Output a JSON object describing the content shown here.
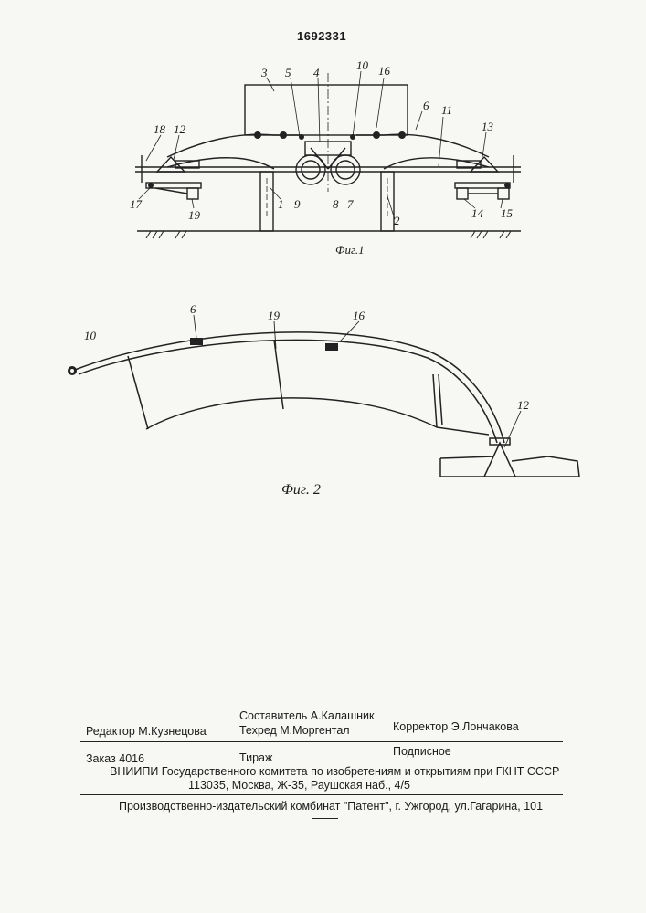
{
  "patent_number": "1692331",
  "figures": {
    "fig1": {
      "caption": "Фиг.1",
      "labels": [
        "3",
        "5",
        "4",
        "10",
        "16",
        "6",
        "11",
        "13",
        "18",
        "12",
        "17",
        "19",
        "1",
        "9",
        "8",
        "7",
        "2",
        "14",
        "15"
      ]
    },
    "fig2": {
      "caption": "Фиг. 2",
      "labels": [
        "10",
        "6",
        "19",
        "16",
        "12"
      ]
    }
  },
  "imprint": {
    "compiler": "Составитель А.Калашник",
    "editor": "Редактор  М.Кузнецова",
    "techred": "Техред М.Моргентал",
    "corrector": "Корректор   Э.Лончакова",
    "order": "Заказ  4016",
    "circulation": "Тираж",
    "subscription": "Подписное",
    "org": "ВНИИПИ Государственного комитета по изобретениям и открытиям при ГКНТ СССР",
    "address": "113035, Москва, Ж-35, Раушская наб., 4/5",
    "publisher": "Производственно-издательский комбинат \"Патент\", г. Ужгород, ул.Гагарина, 101"
  }
}
